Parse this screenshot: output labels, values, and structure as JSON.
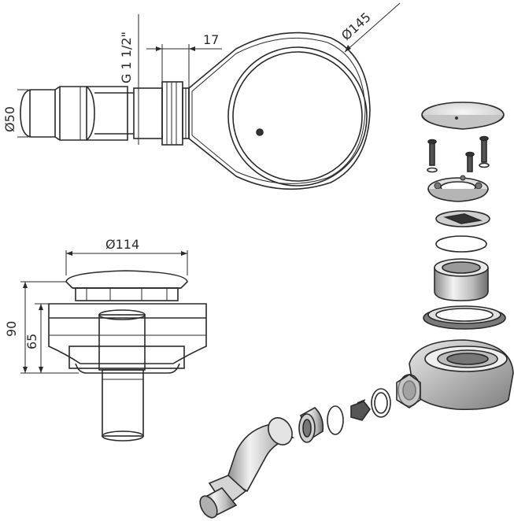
{
  "dimensions": {
    "dia145": "Ø145",
    "dia50": "Ø50",
    "thread": "G 1 1/2\"",
    "len17": "17",
    "dia114": "Ø114",
    "h90": "90",
    "h65": "65"
  },
  "colors": {
    "stroke": "#2a2a2a",
    "body_fill": "#ffffff",
    "shade_dark": "#555555",
    "shade_mid": "#9a9a9a",
    "shade_light": "#d9d9d9"
  }
}
